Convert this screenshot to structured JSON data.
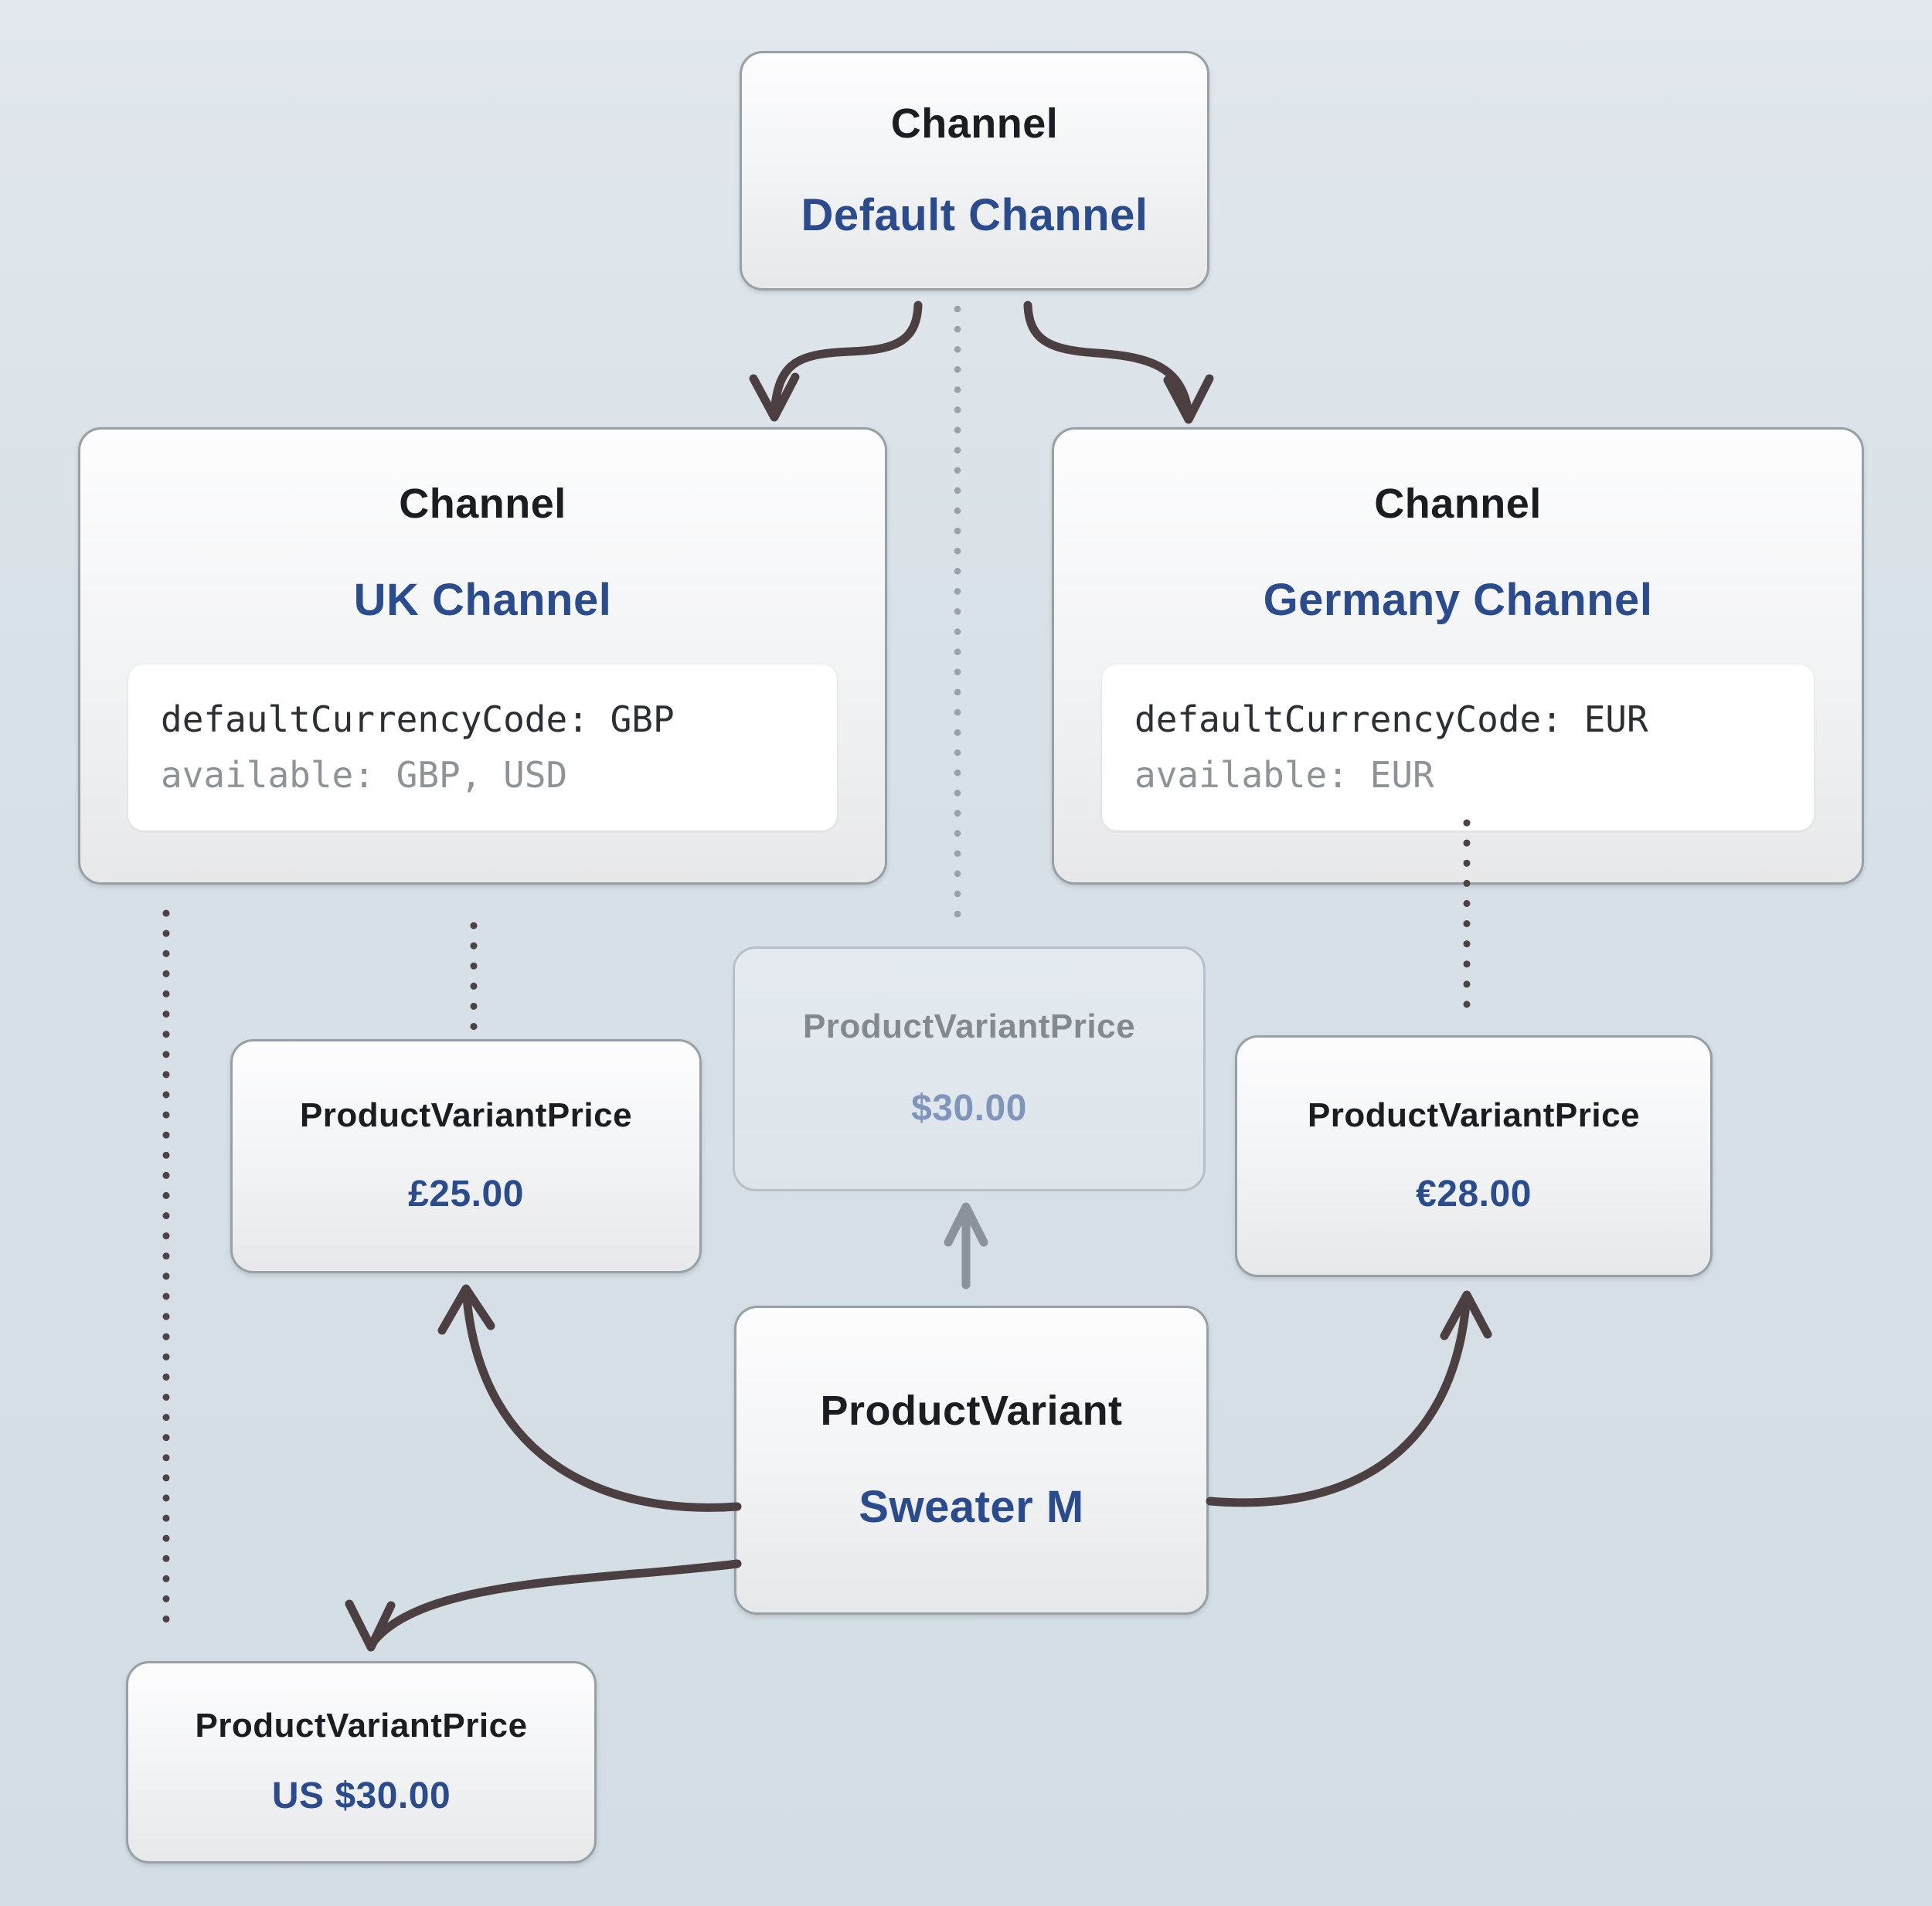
{
  "diagram_title": "Channel pricing diagram",
  "colors": {
    "background_top": "#e2e8ed",
    "background_bottom": "#d3dde4",
    "node_border": "#97a0a7",
    "ghost_border": "#b7c0c8",
    "type_text": "#1a1d21",
    "name_text_blue": "#2a4c8f",
    "ghost_type_text": "#82898f",
    "ghost_value_text": "#8095bc",
    "code_text": "#2b2e33",
    "code_muted_text": "#8e9398",
    "arrow_dark": "#4c3f41",
    "arrow_gray": "#8b929a",
    "dotted_dark": "#4d4246",
    "dotted_gray": "#9aa2a8"
  },
  "nodes": {
    "default_channel": {
      "type_label": "Channel",
      "name": "Default Channel"
    },
    "uk_channel": {
      "type_label": "Channel",
      "name": "UK Channel",
      "code_line1": "defaultCurrencyCode: GBP",
      "code_line2": "available: GBP, USD"
    },
    "germany_channel": {
      "type_label": "Channel",
      "name": "Germany Channel",
      "code_line1": "defaultCurrencyCode: EUR",
      "code_line2": "available: EUR"
    },
    "default_price": {
      "type_label": "ProductVariantPrice",
      "value": "$30.00"
    },
    "uk_price": {
      "type_label": "ProductVariantPrice",
      "value": "£25.00"
    },
    "germany_price": {
      "type_label": "ProductVariantPrice",
      "value": "€28.00"
    },
    "us_price": {
      "type_label": "ProductVariantPrice",
      "value": "US $30.00"
    },
    "product_variant": {
      "type_label": "ProductVariant",
      "name": "Sweater M"
    }
  }
}
